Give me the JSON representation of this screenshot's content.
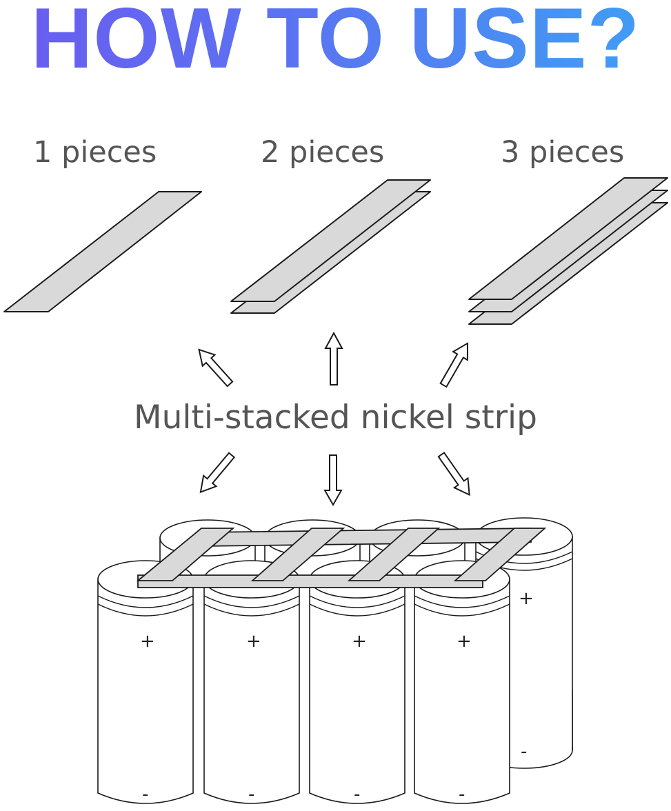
{
  "title": "HOW TO USE?",
  "labels": {
    "one": "1 pieces",
    "two": "2 pieces",
    "three": "3 pieces",
    "center": "Multi-stacked nickel strip"
  },
  "signs": {
    "plus": "+",
    "minus": "-"
  },
  "colors": {
    "title_gradient_start": "#6a5cf0",
    "title_gradient_end": "#3ea0f4",
    "strip_fill": "#d9d9d9",
    "text": "#555555"
  }
}
